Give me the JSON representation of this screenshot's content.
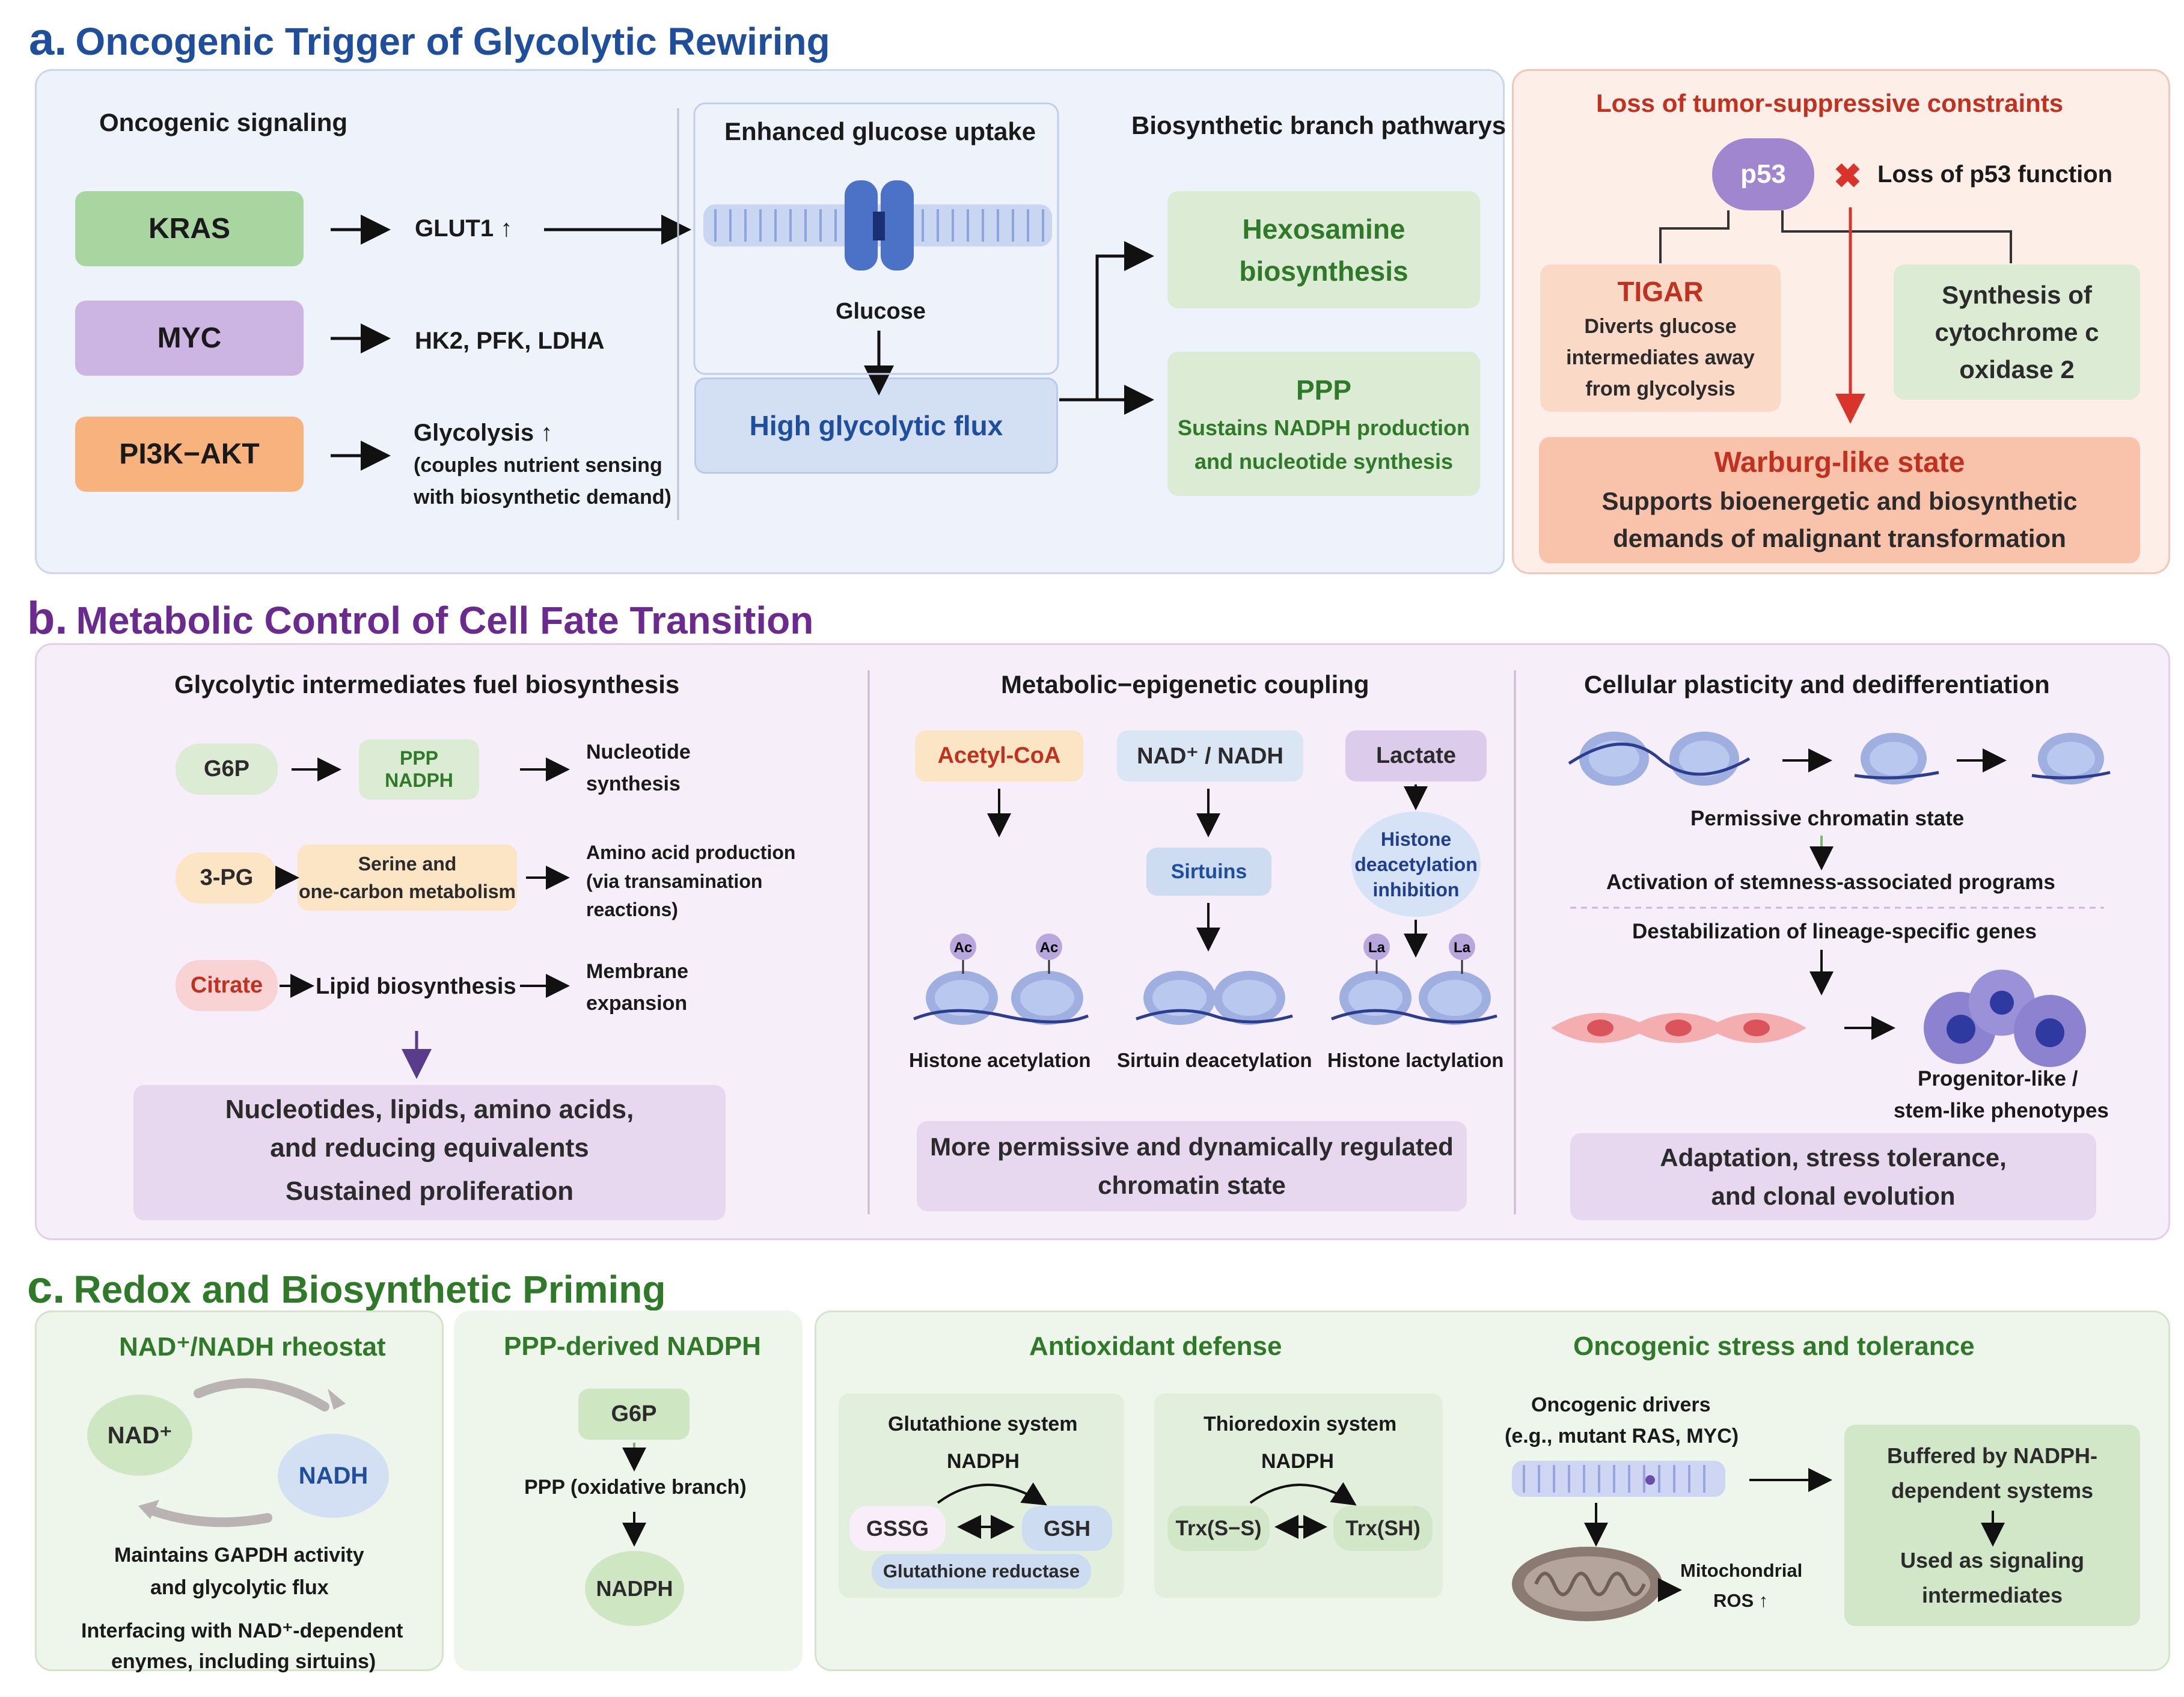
{
  "colors": {
    "a_title": "#1f4e9c",
    "b_title": "#6a2a8e",
    "c_title": "#2f7a28",
    "panel_a": "#eef2fb",
    "panel_a_red": "#fdeee8",
    "panel_b": "#f6eef8",
    "panel_c": "#eef5ea",
    "kras": "#a8d5a0",
    "myc": "#cdb5e3",
    "pi3k": "#f7b27d",
    "red_text": "#c0311f",
    "green_text": "#2f7a28",
    "blue_text": "#1f4e9c"
  },
  "a": {
    "letter": "a.",
    "title": "Oncogenic Trigger of Glycolytic Rewiring",
    "oncogenic_signaling": "Oncogenic signaling",
    "kras": "KRAS",
    "myc": "MYC",
    "pi3k": "PI3K−AKT",
    "glut1": "GLUT1 ↑",
    "hk2": "HK2, PFK, LDHA",
    "glycolysis": "Glycolysis ↑",
    "glycolysis_note1": "(couples nutrient sensing",
    "glycolysis_note2": "with biosynthetic demand)",
    "enhanced_uptake": "Enhanced glucose uptake",
    "glucose": "Glucose",
    "high_flux": "High glycolytic flux",
    "branch_title": "Biosynthetic branch pathwarys",
    "hexosamine1": "Hexosamine",
    "hexosamine2": "biosynthesis",
    "ppp": "PPP",
    "ppp_note1": "Sustains NADPH production",
    "ppp_note2": "and nucleotide synthesis",
    "loss_title": "Loss of tumor-suppressive constraints",
    "p53": "p53",
    "loss_p53": "Loss of p53 function",
    "x_mark": "✖",
    "tigar": "TIGAR",
    "tigar1": "Diverts glucose",
    "tigar2": "intermediates away",
    "tigar3": "from glycolysis",
    "sco1": "Synthesis of",
    "sco2": "cytochrome c",
    "sco3": "oxidase 2",
    "warburg": "Warburg-like state",
    "warburg1": "Supports bioenergetic and biosynthetic",
    "warburg2": "demands of malignant transformation"
  },
  "b": {
    "letter": "b.",
    "title": "Metabolic Control of Cell Fate Transition",
    "col1_title": "Glycolytic intermediates fuel biosynthesis",
    "g6p": "G6P",
    "ppp": "PPP",
    "nadph": "NADPH",
    "nucleotide1": "Nucleotide",
    "nucleotide2": "synthesis",
    "pg3": "3-PG",
    "serine1": "Serine and",
    "serine2": "one-carbon metabolism",
    "amino1": "Amino acid production",
    "amino2": "(via transamination",
    "amino3": "reactions)",
    "citrate": "Citrate",
    "lipid": "Lipid biosynthesis",
    "membrane1": "Membrane",
    "membrane2": "expansion",
    "out1": "Nucleotides, lipids, amino acids,",
    "out2": "and reducing equivalents",
    "out3": "Sustained proliferation",
    "col2_title": "Metabolic−epigenetic coupling",
    "acetyl": "Acetyl-CoA",
    "nad_nadh": "NAD⁺ / NADH",
    "lactate": "Lactate",
    "sirtuins": "Sirtuins",
    "hdi1": "Histone",
    "hdi2": "deacetylation",
    "hdi3": "inhibition",
    "ac": "Ac",
    "la": "La",
    "hist_acet": "Histone acetylation",
    "sirt_deacet": "Sirtuin deacetylation",
    "hist_lact": "Histone lactylation",
    "chromatin1": "More permissive and dynamically regulated",
    "chromatin2": "chromatin state",
    "col3_title": "Cellular plasticity and dedifferentiation",
    "permissive": "Permissive chromatin state",
    "stemness": "Activation of stemness-associated programs",
    "destab": "Destabilization of lineage-specific genes",
    "progenitor1": "Progenitor-like /",
    "progenitor2": "stem-like phenotypes",
    "adapt1": "Adaptation, stress tolerance,",
    "adapt2": "and clonal evolution"
  },
  "c": {
    "letter": "c.",
    "title": "Redox and Biosynthetic Priming",
    "rheostat_title": "NAD⁺/NADH rheostat",
    "nad": "NAD⁺",
    "nadh": "NADH",
    "rheo1": "Maintains GAPDH activity",
    "rheo2": "and glycolytic flux",
    "rheo3": "Interfacing with NAD⁺-dependent",
    "rheo4": "enymes, including sirtuins)",
    "ppp_title": "PPP-derived NADPH",
    "g6p": "G6P",
    "ppp_ox": "PPP (oxidative branch)",
    "nadph": "NADPH",
    "antiox_title": "Antioxidant defense",
    "glut_sys": "Glutathione system",
    "gssg": "GSSG",
    "gsh": "GSH",
    "glut_red": "Glutathione reductase",
    "trx_sys": "Thioredoxin system",
    "trx_ss": "Trx(S−S)",
    "trx_sh": "Trx(SH)",
    "stress_title": "Oncogenic stress and tolerance",
    "drivers1": "Oncogenic drivers",
    "drivers2": "(e.g., mutant RAS, MYC)",
    "mito1": "Mitochondrial",
    "mito2": "ROS ↑",
    "buffer1": "Buffered by NADPH-",
    "buffer2": "dependent systems",
    "signal1": "Used as signaling",
    "signal2": "intermediates"
  }
}
